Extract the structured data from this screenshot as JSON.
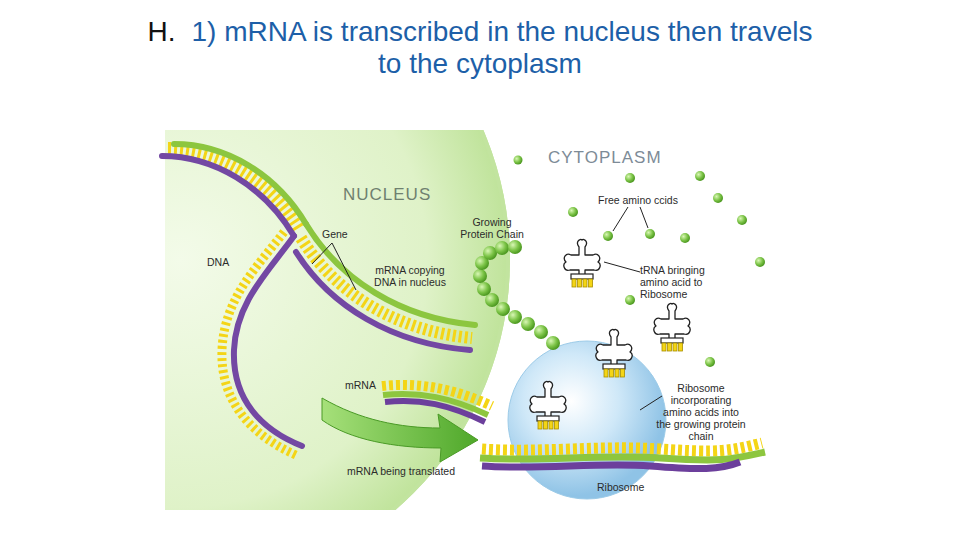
{
  "diagram": {
    "title": "1) mRNA is transcribed in the nucleus then travels to the cytoplasm",
    "nodes": [
      {
        "text": [
          "NUCLEUS"
        ]
      },
      {
        "text": [
          "Ribosome"
        ]
      }
    ],
    "labels": [
      "H.",
      "CYTOPLASM",
      "Free amino ccids",
      "Growing Protein Chain",
      "Gene",
      "DNA",
      "mRNA copying DNA in nucleus",
      "tRNA bringing amino acid to Ribosome",
      "mRNA",
      "Ribosome incorporating amino acids into the growing protein chain",
      "mRNA being translated"
    ]
  }
}
